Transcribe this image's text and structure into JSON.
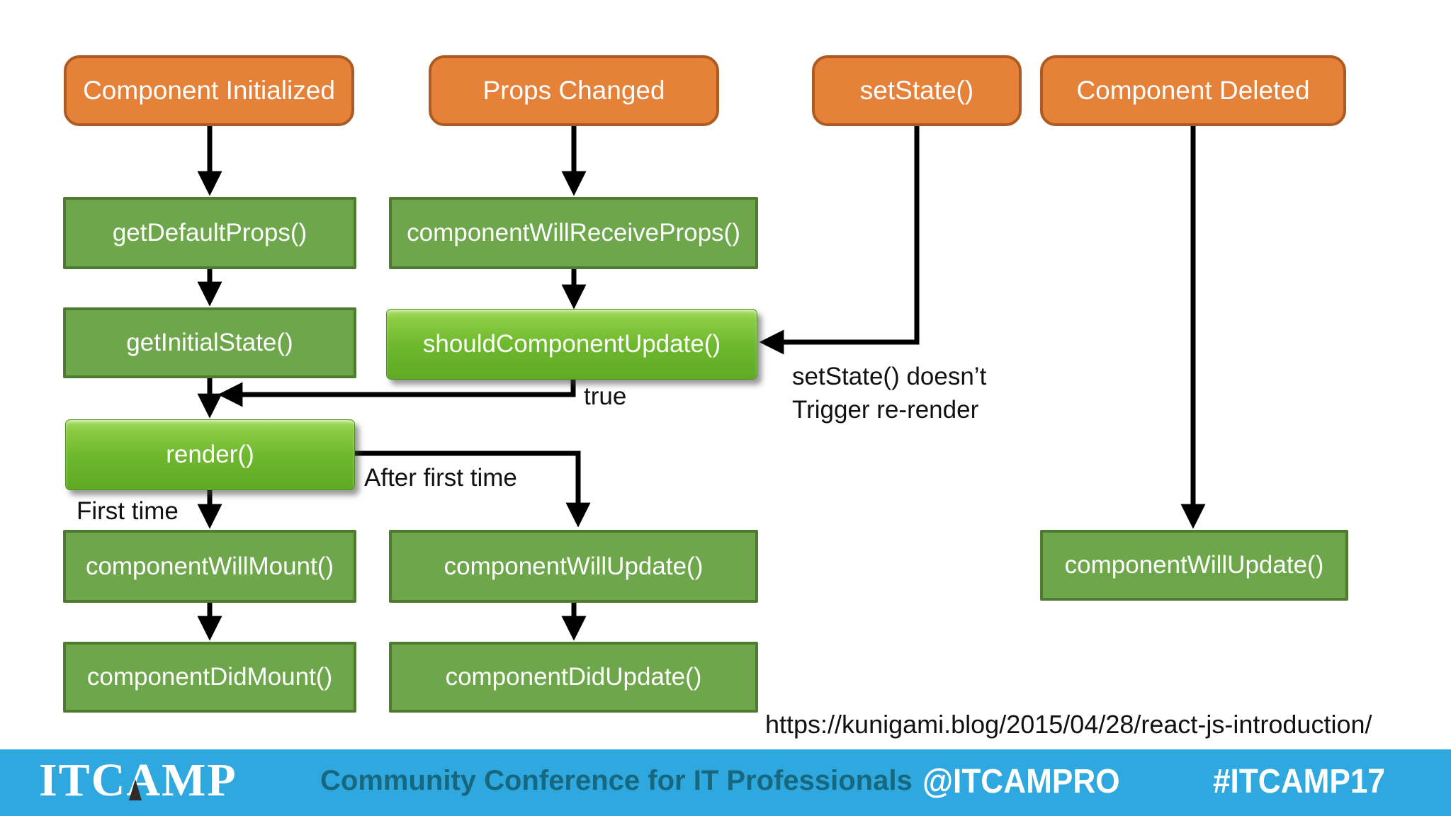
{
  "nodes": {
    "component_initialized": "Component Initialized",
    "props_changed": "Props Changed",
    "set_state": "setState()",
    "component_deleted": "Component Deleted",
    "get_default_props": "getDefaultProps()",
    "component_will_receive_props": "componentWillReceiveProps()",
    "get_initial_state": "getInitialState()",
    "should_component_update": "shouldComponentUpdate()",
    "render": "render()",
    "component_will_mount": "componentWillMount()",
    "component_will_update": "componentWillUpdate()",
    "component_did_mount": "componentDidMount()",
    "component_did_update": "componentDidUpdate()",
    "on_delete_component_will_update": "componentWillUpdate()"
  },
  "labels": {
    "true_branch": "true",
    "first_time": "First time",
    "after_first_time": "After first time",
    "set_state_note_line1": "setState() doesn’t",
    "set_state_note_line2": "Trigger re-render",
    "source_url": "https://kunigami.blog/2015/04/28/react-js-introduction/"
  },
  "footer": {
    "logo_prefix": "ITC",
    "logo_a": "A",
    "logo_suffix": "MP",
    "tagline": "Community Conference for IT Professionals",
    "twitter_handle": "@ITCAMPRO",
    "hashtag": "#ITCAMP17"
  },
  "colors": {
    "event_fill": "#E58138",
    "event_border": "#AE5B23",
    "method_fill": "#6EA64B",
    "method_border": "#4F7A30",
    "glossy_green_top": "#A8DE68",
    "glossy_green_bottom": "#5FA924",
    "arrow": "#000000",
    "footer_background": "#2FA8DF",
    "tagline_text": "#17687F",
    "node_text": "#FFFFFF"
  }
}
